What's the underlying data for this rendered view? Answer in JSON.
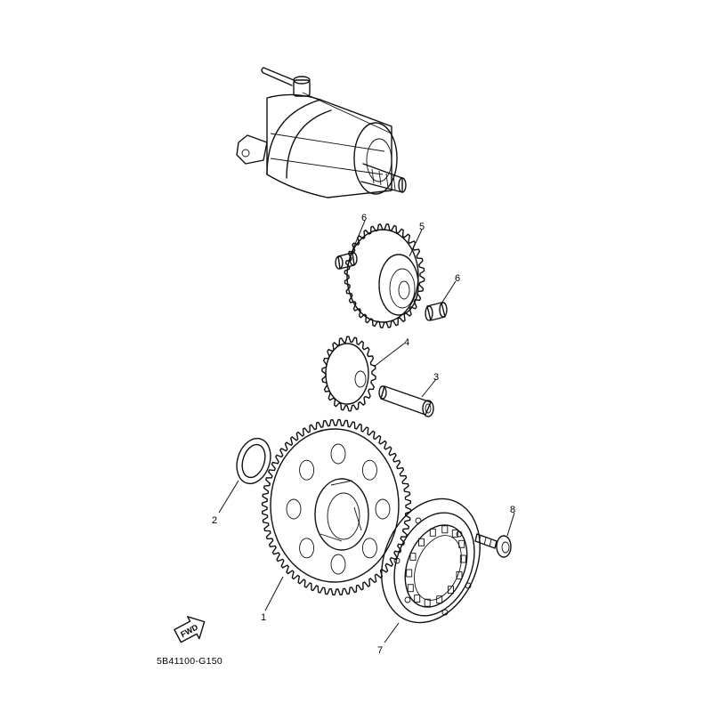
{
  "diagram": {
    "code": "5B41100-G150",
    "fwd_label": "FWD",
    "callouts": [
      {
        "id": "callout-1",
        "label": "1",
        "part": "starter-clutch-gear"
      },
      {
        "id": "callout-2",
        "label": "2",
        "part": "washer"
      },
      {
        "id": "callout-3",
        "label": "3",
        "part": "shaft"
      },
      {
        "id": "callout-4",
        "label": "4",
        "part": "idler-gear-2"
      },
      {
        "id": "callout-5",
        "label": "5",
        "part": "idler-gear-1"
      },
      {
        "id": "callout-6a",
        "label": "6",
        "part": "bearing-left"
      },
      {
        "id": "callout-6b",
        "label": "6",
        "part": "bearing-right"
      },
      {
        "id": "callout-7",
        "label": "7",
        "part": "one-way-clutch"
      },
      {
        "id": "callout-8",
        "label": "8",
        "part": "bolt"
      }
    ]
  }
}
